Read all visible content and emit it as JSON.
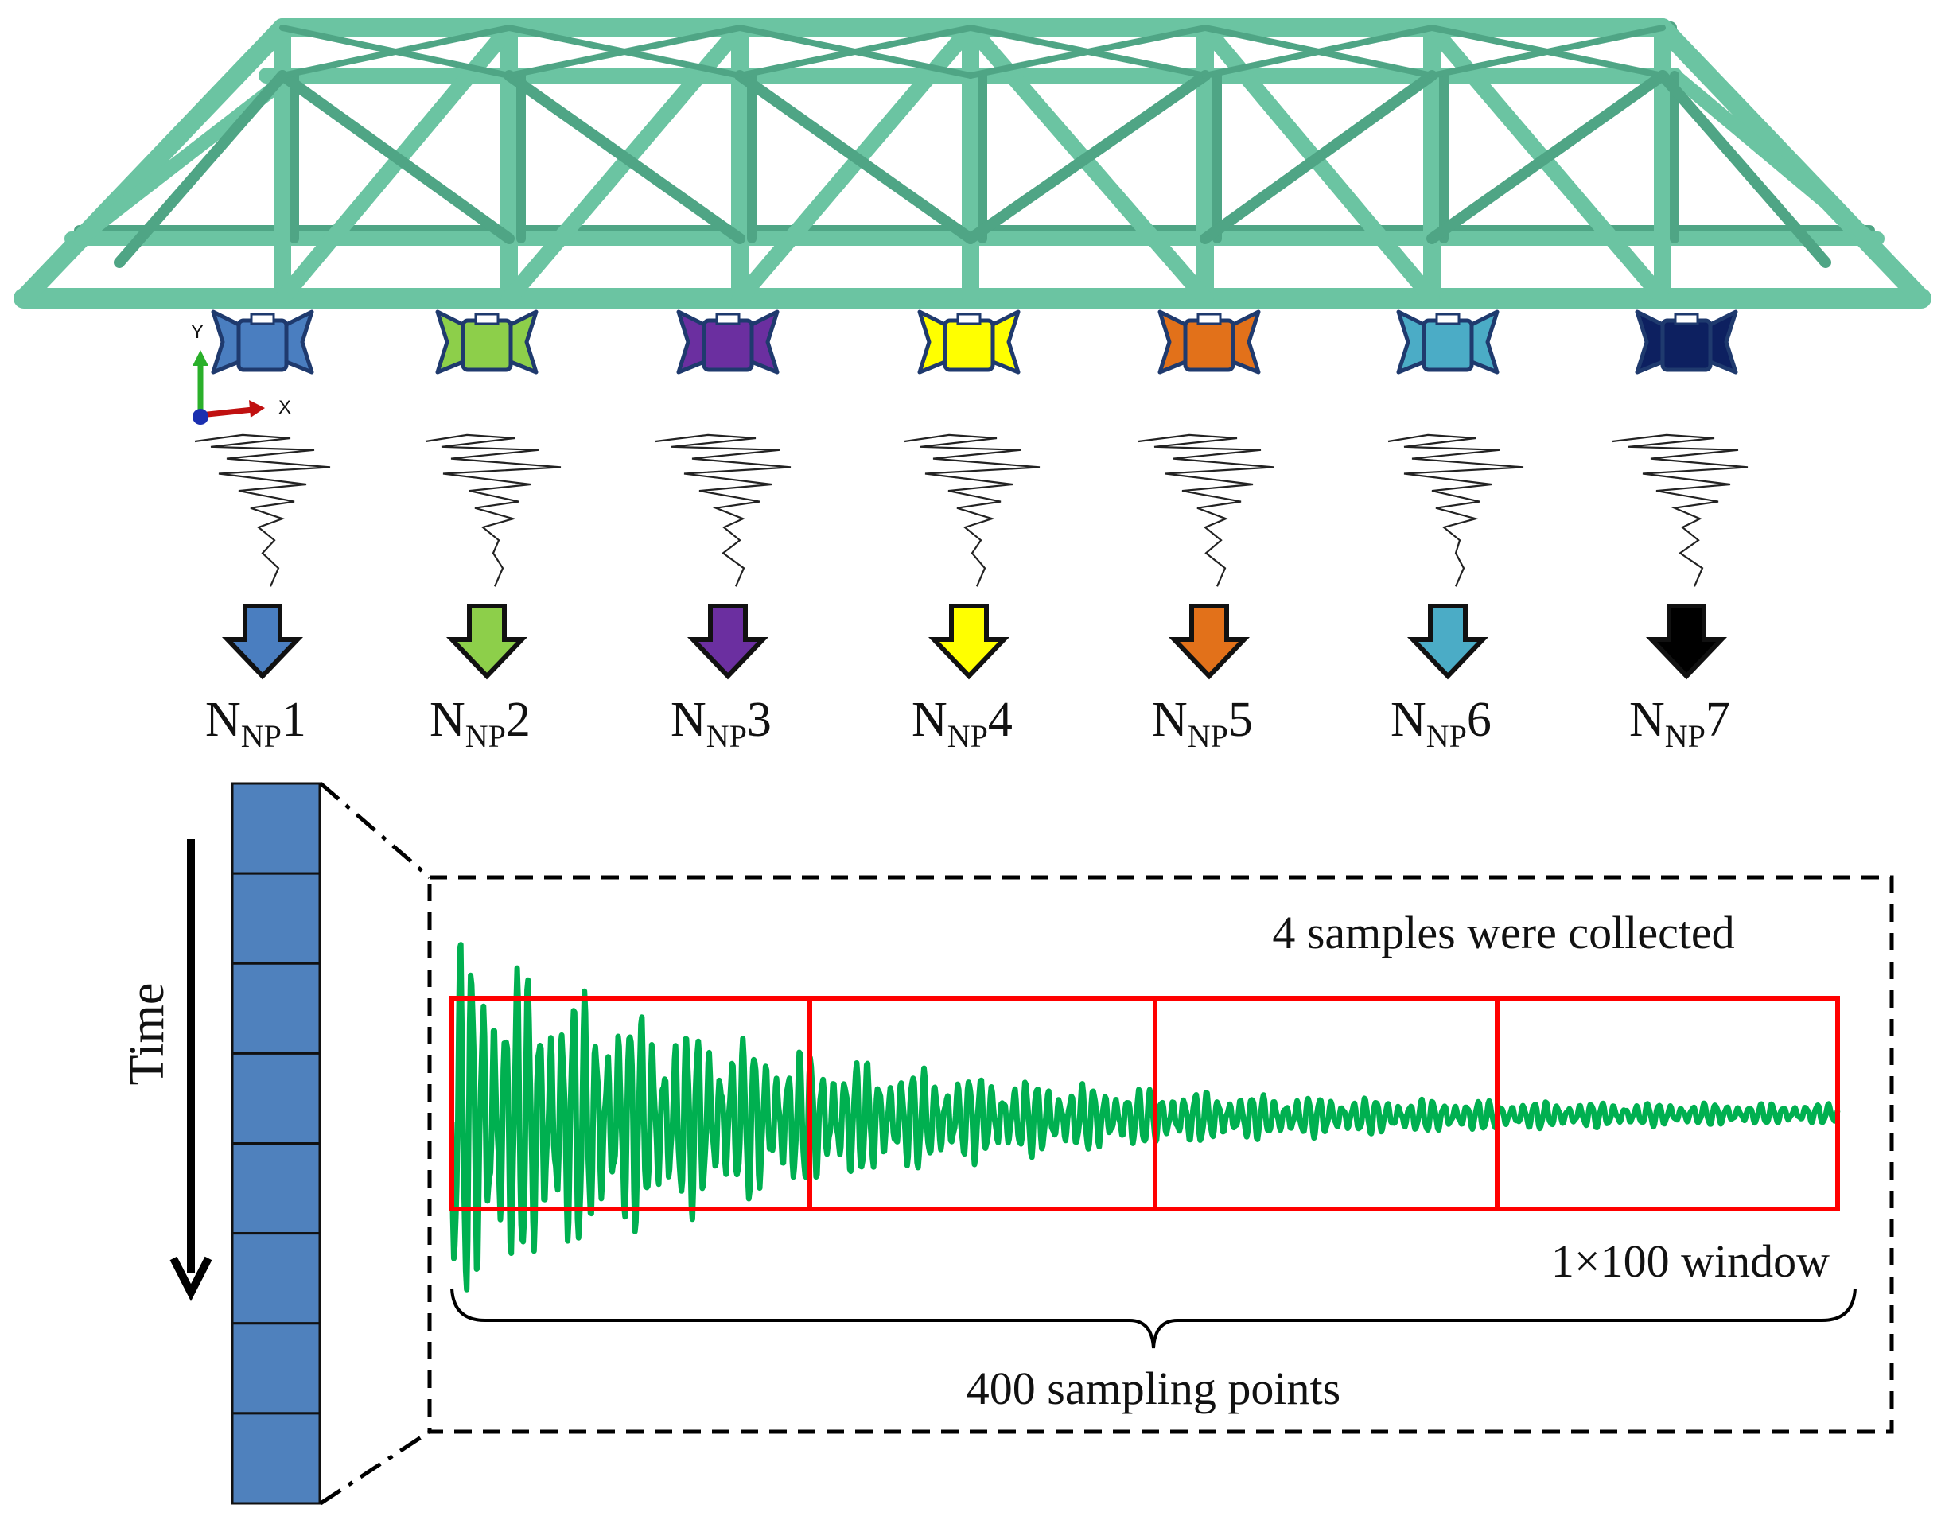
{
  "axis_triad": {
    "y_label": "Y",
    "x_label": "X"
  },
  "sensors": [
    {
      "prefix": "N",
      "subscript": "NP",
      "number": "1",
      "color": "#4A7EC0"
    },
    {
      "prefix": "N",
      "subscript": "NP",
      "number": "2",
      "color": "#8DCF4A"
    },
    {
      "prefix": "N",
      "subscript": "NP",
      "number": "3",
      "color": "#6B2FA0"
    },
    {
      "prefix": "N",
      "subscript": "NP",
      "number": "4",
      "color": "#FFFF00"
    },
    {
      "prefix": "N",
      "subscript": "NP",
      "number": "5",
      "color": "#E2711A"
    },
    {
      "prefix": "N",
      "subscript": "NP",
      "number": "6",
      "color": "#4BACC6"
    },
    {
      "prefix": "N",
      "subscript": "NP",
      "number": "7",
      "color": "#0D2060",
      "arrow_color": "#000000"
    }
  ],
  "colors": {
    "truss": "#6BC4A2",
    "truss_dark": "#4FA585",
    "signal_wave": "#00B050",
    "window_box": "#FF0000",
    "data_column": "#4F81BD"
  },
  "time_label": "Time",
  "data_column_cells": 8,
  "detail": {
    "samples_text": "4 samples were collected",
    "window_text": "1×100 window",
    "points_text": "400 sampling points",
    "window_count": 4
  }
}
